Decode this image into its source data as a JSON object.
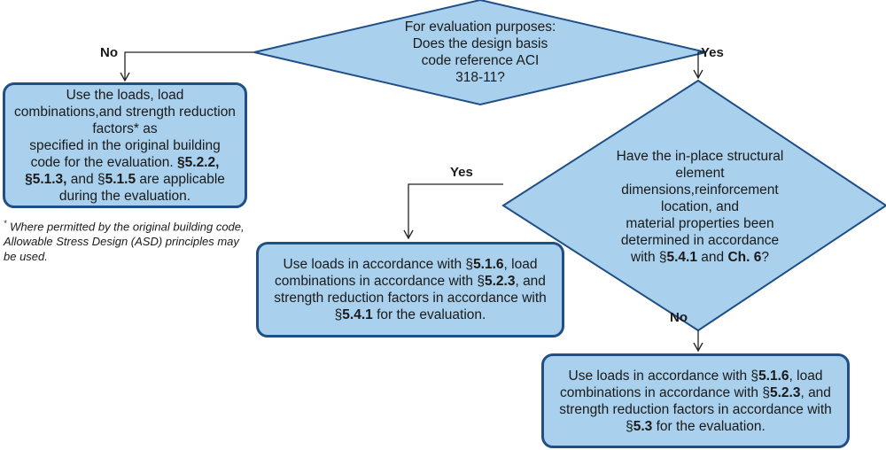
{
  "colors": {
    "fill": "#a9d0ec",
    "stroke": "#1f4f86",
    "line": "#222222"
  },
  "decision1": {
    "text": [
      {
        "t": "For evaluation purposes:"
      },
      {
        "t": "Does the design basis"
      },
      {
        "t": "code reference ACI"
      },
      {
        "t": "318-11?"
      }
    ],
    "no_label": "No",
    "yes_label": "Yes"
  },
  "box_no_aci": {
    "text": [
      {
        "t": "Use the loads, load combinations,"
      },
      {
        "t": "and strength reduction factors* as"
      },
      {
        "t": "specified in the original building"
      },
      {
        "t": "code for the evaluation. "
      },
      {
        "t": "§5.2.2,",
        "b": true
      },
      {
        "t": "\n"
      },
      {
        "t": "§5.1.3,",
        "b": true
      },
      {
        "t": " and §"
      },
      {
        "t": "5.1.5",
        "b": true
      },
      {
        "t": " are applicable"
      },
      {
        "t": "\n"
      },
      {
        "t": "during the evaluation."
      }
    ]
  },
  "footnote": {
    "mark": "*",
    "text": "Where permitted by the original building code, Allowable Stress Design (ASD) principles may be used."
  },
  "decision2": {
    "text": [
      {
        "t": "Have the in-place structural"
      },
      {
        "t": "element dimensions,"
      },
      {
        "t": "reinforcement location, and"
      },
      {
        "t": "material properties been"
      },
      {
        "t": "determined in accordance"
      },
      {
        "t": "with §"
      },
      {
        "t": "5.4.1",
        "b": true
      },
      {
        "t": " and "
      },
      {
        "t": "Ch. 6",
        "b": true
      },
      {
        "t": "?"
      }
    ],
    "yes_label": "Yes",
    "no_label": "No"
  },
  "box_yes_determined": {
    "text": [
      {
        "t": "Use loads in accordance with §"
      },
      {
        "t": "5.1.6",
        "b": true
      },
      {
        "t": ", load"
      },
      {
        "t": "\n"
      },
      {
        "t": "combinations in accordance with §"
      },
      {
        "t": "5.2.3",
        "b": true
      },
      {
        "t": ", and"
      },
      {
        "t": "\n"
      },
      {
        "t": "strength reduction factors in accordance with"
      },
      {
        "t": "\n"
      },
      {
        "t": "§"
      },
      {
        "t": "5.4.1",
        "b": true
      },
      {
        "t": " for the evaluation."
      }
    ]
  },
  "box_no_determined": {
    "text": [
      {
        "t": "Use loads in accordance with §"
      },
      {
        "t": "5.1.6",
        "b": true
      },
      {
        "t": ", load"
      },
      {
        "t": "\n"
      },
      {
        "t": "combinations in accordance with §"
      },
      {
        "t": "5.2.3",
        "b": true
      },
      {
        "t": ", and"
      },
      {
        "t": "\n"
      },
      {
        "t": "strength reduction factors in accordance with"
      },
      {
        "t": "\n"
      },
      {
        "t": "§"
      },
      {
        "t": "5.3",
        "b": true
      },
      {
        "t": " for the evaluation."
      }
    ]
  }
}
